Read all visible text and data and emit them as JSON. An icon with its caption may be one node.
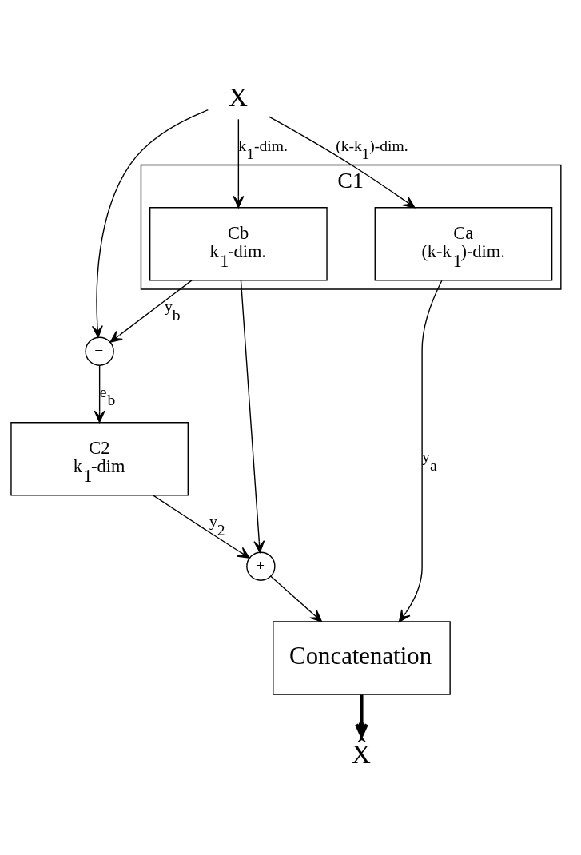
{
  "diagram": {
    "nodes": [
      {
        "text": [
          "X"
        ]
      },
      {
        "text": [
          "C1"
        ]
      },
      {
        "text": [
          "Ca",
          "(k-k$_{1}$)-dim."
        ],
        "in": 1
      },
      {
        "text": [
          "Cb",
          "k$_{1}$-dim."
        ],
        "in": 1
      },
      {
        "text": [
          "−"
        ]
      },
      {
        "text": [
          "C2",
          "k$_{1}$-dim"
        ]
      },
      {
        "text": [
          "+"
        ]
      },
      {
        "text": [
          "Concatenation"
        ]
      },
      {
        "text": [
          "X̂"
        ]
      }
    ],
    "edges": [
      {
        "from": 0,
        "to": 2,
        "arrow": "to",
        "label": "(k-k$_{1}$)-dim."
      },
      {
        "from": 0,
        "to": 3,
        "arrow": "to",
        "label": "k$_{1}$-dim."
      },
      {
        "from": 0,
        "to": 4,
        "arrow": "to"
      },
      {
        "from": 2,
        "to": 7,
        "arrow": "to",
        "label": "y$_{a}$"
      },
      {
        "from": 3,
        "to": 4,
        "arrow": "to",
        "label": "y$_{b}$"
      },
      {
        "from": 3,
        "to": 6,
        "arrow": "to"
      },
      {
        "from": 4,
        "to": 5,
        "arrow": "to",
        "label": "e$_{b}$"
      },
      {
        "from": 5,
        "to": 6,
        "arrow": "to",
        "label": "y$_{2}$"
      },
      {
        "from": 6,
        "to": 7,
        "arrow": "to"
      },
      {
        "from": 7,
        "to": 8,
        "arrow": "to",
        "style": "thick"
      }
    ]
  }
}
